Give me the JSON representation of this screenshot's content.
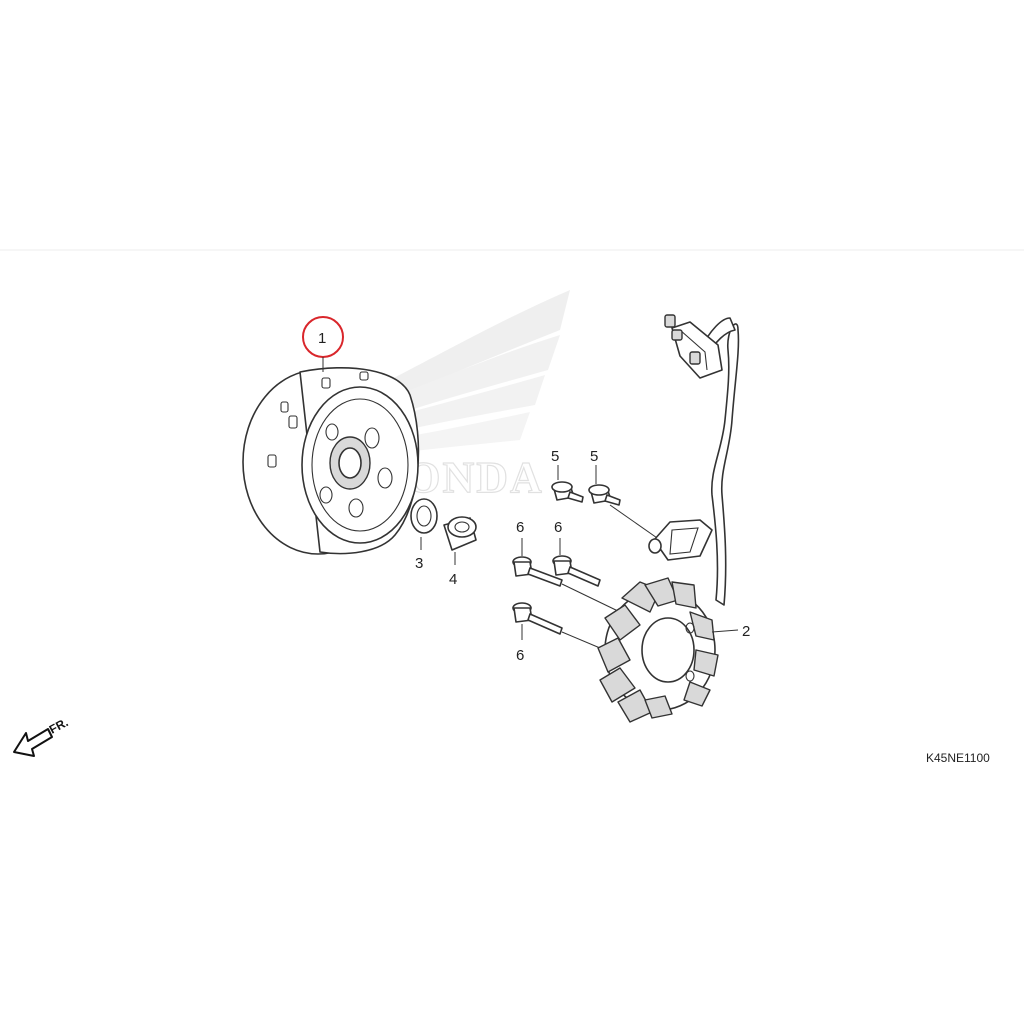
{
  "diagram": {
    "callouts": {
      "flywheel": "1",
      "stator": "2",
      "washer": "3",
      "nut": "4",
      "bolt_top_left": "5",
      "bolt_top_right": "5",
      "bolt_mid_left": "6",
      "bolt_mid_right": "6",
      "bolt_bottom": "6"
    },
    "direction_label": "FR.",
    "diagram_code": "K45NE1100",
    "watermark_text": "HONDA",
    "highlight_color": "#d9262b"
  }
}
